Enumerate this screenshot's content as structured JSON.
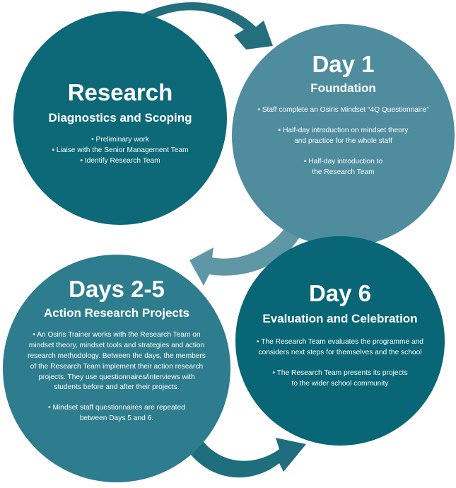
{
  "colors": {
    "research_circle": "#0d6878",
    "day1_circle": "#4e8c9e",
    "days25_circle": "#2e7d8e",
    "day6_circle": "#086676",
    "arrow": "#236f7e",
    "text": "#ffffff"
  },
  "stages": [
    {
      "title": "Research",
      "subtitle": "Diagnostics and Scoping",
      "bullets": [
        "• Preliminary work",
        "• Liaise with the Senior Management Team",
        "• Identify Research Team"
      ]
    },
    {
      "title": "Day 1",
      "subtitle": "Foundation",
      "bullets": [
        "• Staff complete an Osiris Mindset “4Q Questionnaire”",
        "• Half-day introduction on mindset theory",
        "and practice for the whole staff",
        "• Half-day introduction to",
        "the Research Team"
      ]
    },
    {
      "title": "Days 2-5",
      "subtitle": "Action Research Projects",
      "bullets": [
        "• An Osiris Trainer works with the Research Team on",
        "mindset theory, mindset tools and strategies and action",
        "research methodology.  Between the days, the members",
        "of the Research Team implement their action research",
        "projects. They use questionnaires/interviews with",
        "students before and after their projects.",
        "• Mindset staff questionnaires are repeated",
        "between Days 5 and 6."
      ]
    },
    {
      "title": "Day 6",
      "subtitle": "Evaluation and Celebration",
      "bullets": [
        "• The Research Team evaluates the programme and",
        "considers next steps for themselves and the school",
        "• The Research Team presents its projects",
        "to the wider school community"
      ]
    }
  ]
}
